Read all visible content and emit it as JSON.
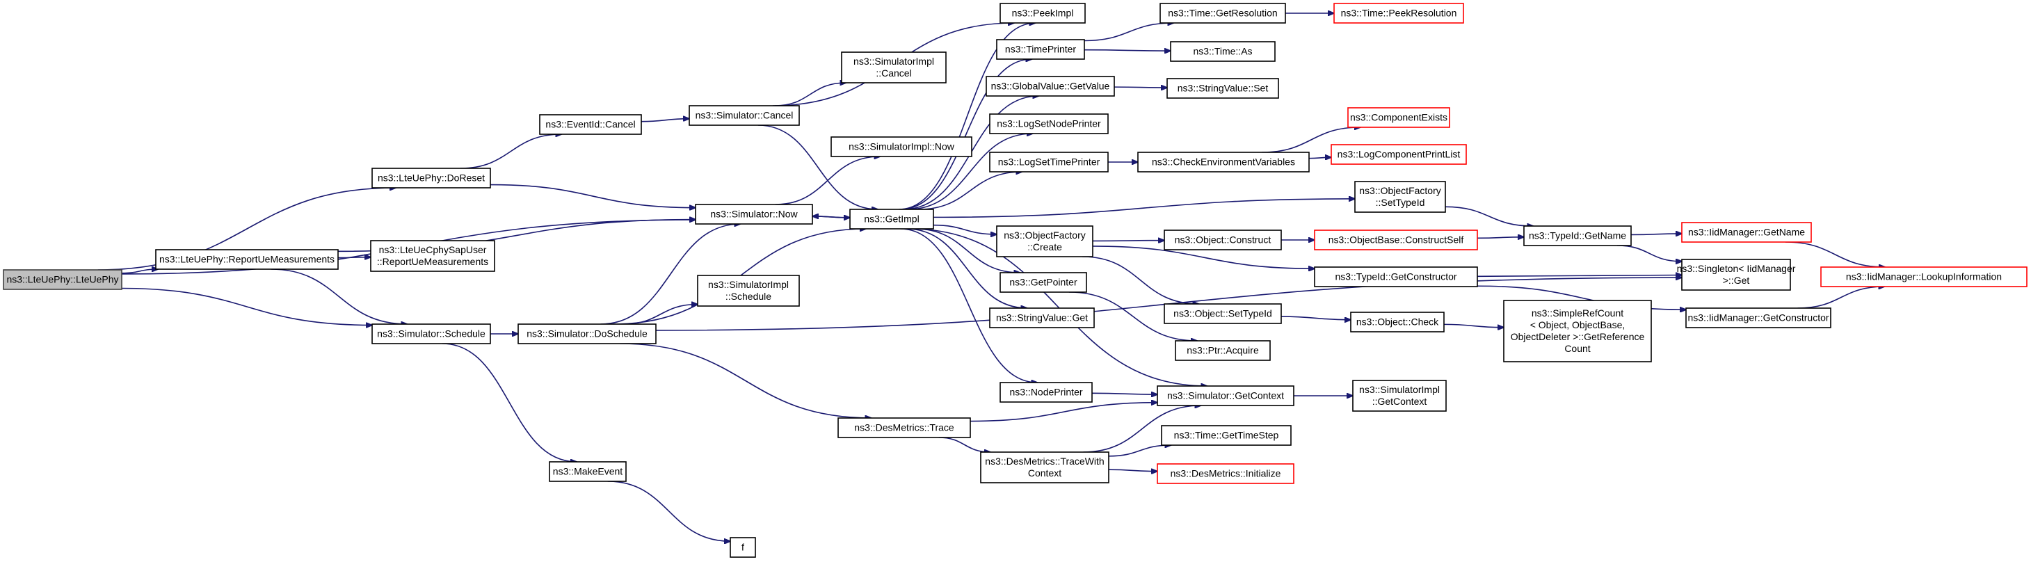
{
  "colors": {
    "edge": "#191970",
    "node_border": "#000000",
    "root_fill": "#bfbfbf",
    "external_border": "#ff0000"
  },
  "nodes": [
    {
      "id": "root",
      "lines": [
        "ns3::LteUePhy::LteUePhy"
      ],
      "style": "root"
    },
    {
      "id": "doreset",
      "lines": [
        "ns3::LteUePhy::DoReset"
      ]
    },
    {
      "id": "reportue",
      "lines": [
        "ns3::LteUePhy::ReportUeMeasurements"
      ]
    },
    {
      "id": "cphysap",
      "lines": [
        "ns3::LteUeCphySapUser",
        "::ReportUeMeasurements"
      ]
    },
    {
      "id": "schedule",
      "lines": [
        "ns3::Simulator::Schedule"
      ]
    },
    {
      "id": "makeevent",
      "lines": [
        "ns3::MakeEvent"
      ]
    },
    {
      "id": "f",
      "lines": [
        "f"
      ]
    },
    {
      "id": "eventcancel",
      "lines": [
        "ns3::EventId::Cancel"
      ]
    },
    {
      "id": "simcancel",
      "lines": [
        "ns3::Simulator::Cancel"
      ]
    },
    {
      "id": "simnow",
      "lines": [
        "ns3::Simulator::Now"
      ]
    },
    {
      "id": "doschedule",
      "lines": [
        "ns3::Simulator::DoSchedule"
      ]
    },
    {
      "id": "implcancel",
      "lines": [
        "ns3::SimulatorImpl",
        "::Cancel"
      ]
    },
    {
      "id": "implnow",
      "lines": [
        "ns3::SimulatorImpl::Now"
      ]
    },
    {
      "id": "implschedule",
      "lines": [
        "ns3::SimulatorImpl",
        "::Schedule"
      ]
    },
    {
      "id": "getimpl",
      "lines": [
        "ns3::GetImpl"
      ]
    },
    {
      "id": "destrace",
      "lines": [
        "ns3::DesMetrics::Trace"
      ]
    },
    {
      "id": "peekimpl",
      "lines": [
        "ns3::PeekImpl"
      ]
    },
    {
      "id": "timeprinter",
      "lines": [
        "ns3::TimePrinter"
      ]
    },
    {
      "id": "gvget",
      "lines": [
        "ns3::GlobalValue::GetValue"
      ]
    },
    {
      "id": "logsetnode",
      "lines": [
        "ns3::LogSetNodePrinter"
      ]
    },
    {
      "id": "logsettime",
      "lines": [
        "ns3::LogSetTimePrinter"
      ]
    },
    {
      "id": "ofcreate",
      "lines": [
        "ns3::ObjectFactory",
        "::Create"
      ]
    },
    {
      "id": "getpointer",
      "lines": [
        "ns3::GetPointer"
      ]
    },
    {
      "id": "svget",
      "lines": [
        "ns3::StringValue::Get"
      ]
    },
    {
      "id": "nodeprinter",
      "lines": [
        "ns3::NodePrinter"
      ]
    },
    {
      "id": "tracewith",
      "lines": [
        "ns3::DesMetrics::TraceWith",
        "Context"
      ]
    },
    {
      "id": "getres",
      "lines": [
        "ns3::Time::GetResolution"
      ]
    },
    {
      "id": "timeas",
      "lines": [
        "ns3::Time::As"
      ]
    },
    {
      "id": "svset",
      "lines": [
        "ns3::StringValue::Set"
      ]
    },
    {
      "id": "checkenv",
      "lines": [
        "ns3::CheckEnvironmentVariables"
      ]
    },
    {
      "id": "objconstruct",
      "lines": [
        "ns3::Object::Construct"
      ]
    },
    {
      "id": "objsettid",
      "lines": [
        "ns3::Object::SetTypeId"
      ]
    },
    {
      "id": "ptracquire",
      "lines": [
        "ns3::Ptr::Acquire"
      ]
    },
    {
      "id": "getcontext",
      "lines": [
        "ns3::Simulator::GetContext"
      ]
    },
    {
      "id": "gettimestep",
      "lines": [
        "ns3::Time::GetTimeStep"
      ]
    },
    {
      "id": "desinit",
      "lines": [
        "ns3::DesMetrics::Initialize"
      ],
      "style": "red"
    },
    {
      "id": "peekres",
      "lines": [
        "ns3::Time::PeekResolution"
      ],
      "style": "red"
    },
    {
      "id": "compexists",
      "lines": [
        "ns3::ComponentExists"
      ],
      "style": "red"
    },
    {
      "id": "logcomplist",
      "lines": [
        "ns3::LogComponentPrintList"
      ],
      "style": "red"
    },
    {
      "id": "ofsettid",
      "lines": [
        "ns3::ObjectFactory",
        "::SetTypeId"
      ]
    },
    {
      "id": "constructself",
      "lines": [
        "ns3::ObjectBase::ConstructSelf"
      ],
      "style": "red"
    },
    {
      "id": "tidgetctor",
      "lines": [
        "ns3::TypeId::GetConstructor"
      ]
    },
    {
      "id": "objcheck",
      "lines": [
        "ns3::Object::Check"
      ]
    },
    {
      "id": "implgetctx",
      "lines": [
        "ns3::SimulatorImpl",
        "::GetContext"
      ]
    },
    {
      "id": "simplerefcount",
      "lines": [
        "ns3::SimpleRefCount",
        "< Object, ObjectBase,",
        "ObjectDeleter >::GetReference",
        "Count"
      ]
    },
    {
      "id": "tidgetname",
      "lines": [
        "ns3::TypeId::GetName"
      ]
    },
    {
      "id": "singletonget",
      "lines": [
        "ns3::Singleton< IidManager",
        ">::Get"
      ]
    },
    {
      "id": "iidgetctor",
      "lines": [
        "ns3::IidManager::GetConstructor"
      ]
    },
    {
      "id": "iidgetname",
      "lines": [
        "ns3::IidManager::GetName"
      ],
      "style": "red"
    },
    {
      "id": "iidlookup",
      "lines": [
        "ns3::IidManager::LookupInformation"
      ],
      "style": "red"
    }
  ],
  "edges": [
    [
      "root",
      "doreset"
    ],
    [
      "root",
      "reportue"
    ],
    [
      "root",
      "simnow"
    ],
    [
      "root",
      "schedule"
    ],
    [
      "doreset",
      "eventcancel"
    ],
    [
      "doreset",
      "simnow"
    ],
    [
      "reportue",
      "cphysap"
    ],
    [
      "reportue",
      "simnow"
    ],
    [
      "reportue",
      "schedule"
    ],
    [
      "eventcancel",
      "simcancel"
    ],
    [
      "simcancel",
      "implcancel"
    ],
    [
      "simcancel",
      "getimpl"
    ],
    [
      "simcancel",
      "peekimpl"
    ],
    [
      "simnow",
      "implnow"
    ],
    [
      "simnow",
      "getimpl"
    ],
    [
      "schedule",
      "doschedule"
    ],
    [
      "schedule",
      "makeevent"
    ],
    [
      "makeevent",
      "f"
    ],
    [
      "doschedule",
      "simnow"
    ],
    [
      "doschedule",
      "implschedule"
    ],
    [
      "doschedule",
      "getimpl"
    ],
    [
      "doschedule",
      "destrace"
    ],
    [
      "doschedule",
      "singletonget"
    ],
    [
      "getimpl",
      "peekimpl"
    ],
    [
      "getimpl",
      "timeprinter"
    ],
    [
      "getimpl",
      "gvget"
    ],
    [
      "getimpl",
      "logsetnode"
    ],
    [
      "getimpl",
      "logsettime"
    ],
    [
      "getimpl",
      "ofsettid"
    ],
    [
      "getimpl",
      "ofcreate"
    ],
    [
      "getimpl",
      "getpointer"
    ],
    [
      "getimpl",
      "svget"
    ],
    [
      "getimpl",
      "nodeprinter"
    ],
    [
      "getimpl",
      "getcontext"
    ],
    [
      "getimpl",
      "simnow"
    ],
    [
      "destrace",
      "getcontext"
    ],
    [
      "destrace",
      "tracewith"
    ],
    [
      "tracewith",
      "getcontext"
    ],
    [
      "tracewith",
      "gettimestep"
    ],
    [
      "tracewith",
      "desinit"
    ],
    [
      "nodeprinter",
      "getcontext"
    ],
    [
      "getcontext",
      "implgetctx"
    ],
    [
      "timeprinter",
      "getres"
    ],
    [
      "timeprinter",
      "timeas"
    ],
    [
      "getres",
      "peekres"
    ],
    [
      "gvget",
      "svset"
    ],
    [
      "logsettime",
      "checkenv"
    ],
    [
      "checkenv",
      "compexists"
    ],
    [
      "checkenv",
      "logcomplist"
    ],
    [
      "ofcreate",
      "objconstruct"
    ],
    [
      "ofcreate",
      "objsettid"
    ],
    [
      "ofcreate",
      "tidgetctor"
    ],
    [
      "getpointer",
      "ptracquire"
    ],
    [
      "objconstruct",
      "constructself"
    ],
    [
      "constructself",
      "tidgetname"
    ],
    [
      "objsettid",
      "objcheck"
    ],
    [
      "objcheck",
      "simplerefcount"
    ],
    [
      "ofsettid",
      "tidgetname"
    ],
    [
      "tidgetname",
      "iidgetname"
    ],
    [
      "tidgetname",
      "singletonget"
    ],
    [
      "tidgetctor",
      "singletonget"
    ],
    [
      "tidgetctor",
      "iidgetctor"
    ],
    [
      "iidgetname",
      "iidlookup"
    ],
    [
      "iidgetctor",
      "iidlookup"
    ]
  ]
}
